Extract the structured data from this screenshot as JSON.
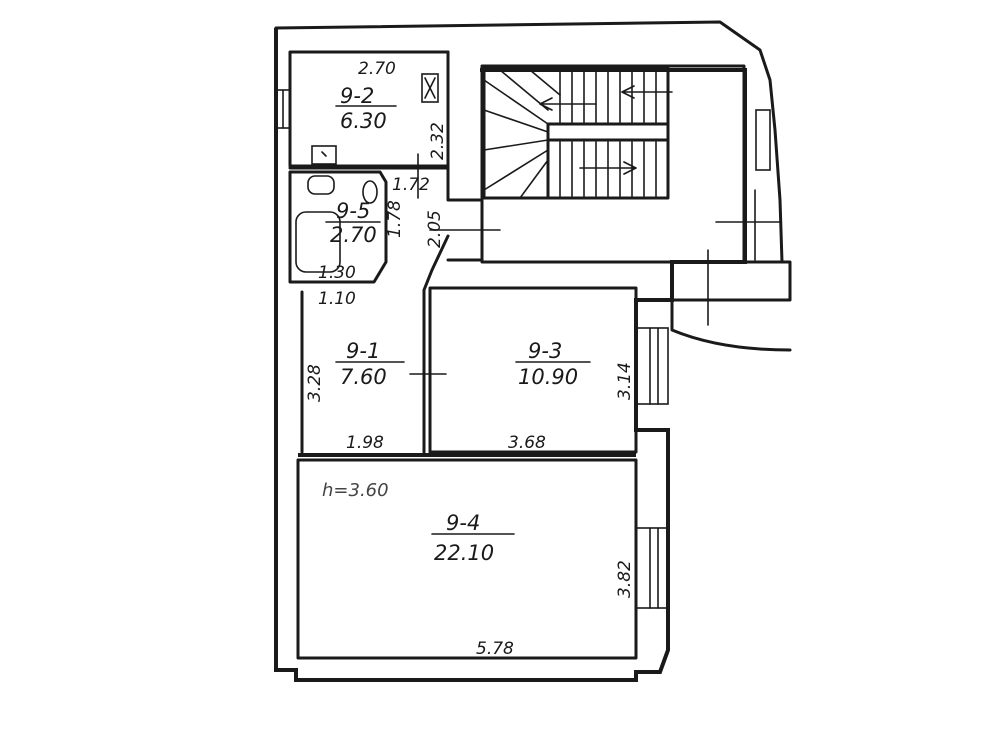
{
  "rooms": [
    {
      "id": "9-2",
      "label": "9-2",
      "area": "6.30"
    },
    {
      "id": "9-5",
      "label": "9-5",
      "area": "2.70"
    },
    {
      "id": "9-1",
      "label": "9-1",
      "area": "7.60"
    },
    {
      "id": "9-3",
      "label": "9-3",
      "area": "10.90"
    },
    {
      "id": "9-4",
      "label": "9-4",
      "area": "22.10"
    }
  ],
  "dimensions": {
    "room_9_2_width": "2.70",
    "room_9_2_depth": "2.32",
    "corridor_width": "1.72",
    "corridor_depth": "2.05",
    "bath_depth": "1.78",
    "bath_width": "1.30",
    "hall_width": "1.10",
    "room_9_1_depth": "3.28",
    "room_9_1_width": "1.98",
    "room_9_3_width": "3.68",
    "room_9_3_depth": "3.14",
    "room_9_4_depth": "3.82",
    "room_9_4_width": "5.78"
  },
  "ceiling_height_note": "h=3.60",
  "colors": {
    "ink": "#1a1a1a",
    "paper": "#ffffff"
  }
}
